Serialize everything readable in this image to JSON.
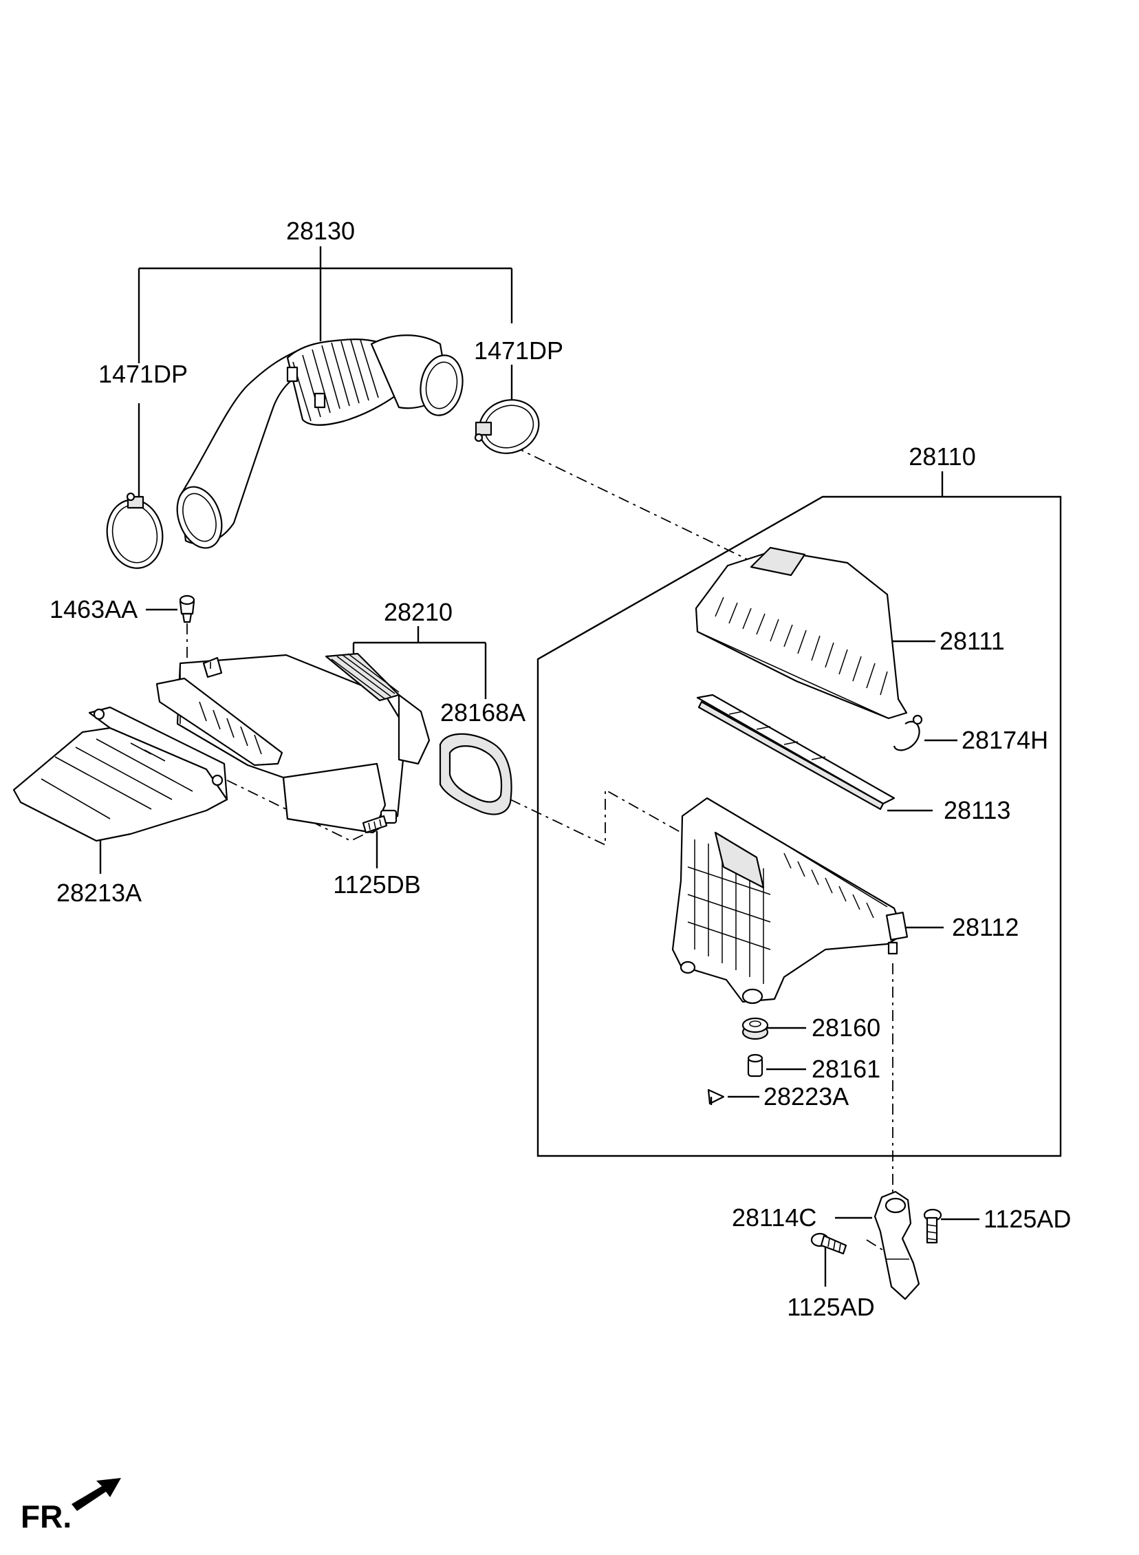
{
  "labels": {
    "p28130": "28130",
    "p1471dp_left": "1471DP",
    "p1471dp_right": "1471DP",
    "p28110": "28110",
    "p1463aa": "1463AA",
    "p28210": "28210",
    "p28111": "28111",
    "p28168a": "28168A",
    "p28174h": "28174H",
    "p28113": "28113",
    "p28213a": "28213A",
    "p1125db": "1125DB",
    "p28112": "28112",
    "p28160": "28160",
    "p28161": "28161",
    "p28223a": "28223A",
    "p28114c": "28114C",
    "p1125ad_right": "1125AD",
    "p1125ad_bottom": "1125AD",
    "front": "FR."
  }
}
